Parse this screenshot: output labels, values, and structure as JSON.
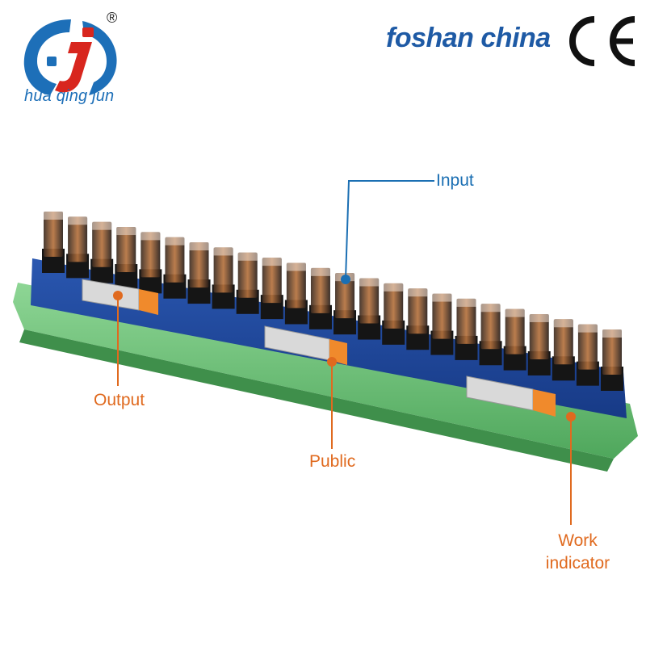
{
  "header": {
    "brand_name": "hua qing jun",
    "registered_mark": "®",
    "location": "foshan china",
    "certification": "CE",
    "logo_letter": "J"
  },
  "callouts": {
    "input": "Input",
    "output": "Output",
    "public": "Public",
    "work_line1": "Work",
    "work_line2": "indicator"
  },
  "colors": {
    "brand_blue": "#1e5aa5",
    "callout_orange": "#e06a1f",
    "callout_blue": "#1b6fb3",
    "pcb_blue": "#1c3f8c",
    "din_rail_green": "#6fc27a",
    "relay_body": "#1a1a1a"
  },
  "product": {
    "relay_count": 24,
    "description": "24-channel relay module on DIN rail"
  }
}
